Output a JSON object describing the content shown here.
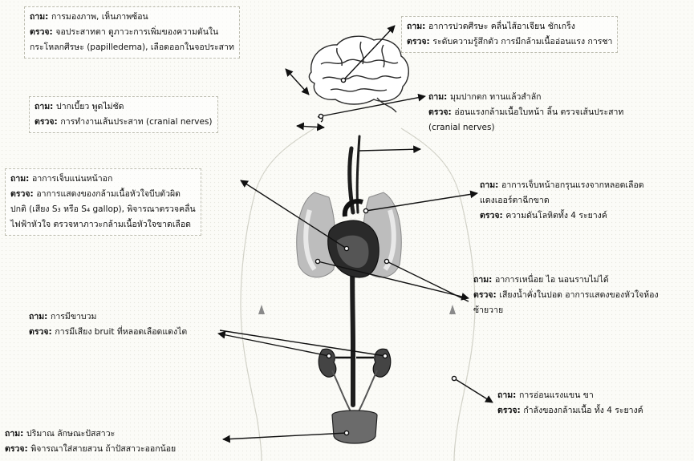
{
  "labels": {
    "q": "ถาม:",
    "e": "ตรวจ:"
  },
  "callouts": {
    "eyes": {
      "q": "การมองภาพ, เห็นภาพซ้อน",
      "e1": "จอประสาทตา ดูภาวะการเพิ่มของความดันใน",
      "e2": "กระโหลกศีรษะ (papilledema), เลือดออกในจอประสาท"
    },
    "headache": {
      "q": "อาการปวดศีรษะ คลื่นไส้อาเจียน ชักเกร็ง",
      "e": "ระดับความรู้สึกตัว การมีกล้ามเนื้ออ่อนแรง การชา"
    },
    "mouth": {
      "q": "ปากเบี้ยว พูดไม่ชัด",
      "e": "การทำงานเส้นประสาท (cranial nerves)"
    },
    "face": {
      "q": "มุมปากตก ทานแล้วสำลัก",
      "e1": "อ่อนแรงกล้ามเนื้อใบหน้า ลิ้น ตรวจเส้นประสาท",
      "e2": "(cranial nerves)"
    },
    "chest": {
      "q": "อาการเจ็บแน่นหน้าอก",
      "e1": "อาการแสดงของกล้ามเนื้อหัวใจบีบตัวผิด",
      "e2": "ปกติ (เสียง S₃ หรือ S₄ gallop), พิจารณาตรวจคลื่น",
      "e3": "ไฟฟ้าหัวใจ ตรวจหาภาวะกล้ามเนื้อหัวใจขาดเลือด"
    },
    "aorta": {
      "q1": "อาการเจ็บหน้าอกรุนแรงจากหลอดเลือด",
      "q2": "แดงเออร์ตาฉีกขาด",
      "e": "ความดันโลหิตทั้ง 4 ระยางค์"
    },
    "lungs": {
      "q": "อาการเหนื่อย ไอ นอนราบไม่ได้",
      "e1": "เสียงน้ำคั่งในปอด อาการแสดงของหัวใจห้อง",
      "e2": "ซ้ายวาย"
    },
    "kidney": {
      "q": "การมีขาบวม",
      "e": "การมีเสียง bruit ที่หลอดเลือดแดงไต"
    },
    "limbs": {
      "q": "การอ่อนแรงแขน ขา",
      "e": "กำลังของกล้ามเนื้อ ทั้ง 4 ระยางค์"
    },
    "urine": {
      "q": "ปริมาณ ลักษณะปัสสาวะ",
      "e": "พิจารณาใส่สายสวน ถ้าปัสสาวะออกน้อย"
    }
  },
  "colors": {
    "ink": "#111111",
    "organ_dark": "#2a2a2a",
    "organ_mid": "#777777",
    "organ_light": "#c9c9c9",
    "body_outline": "#d2d2c8"
  }
}
